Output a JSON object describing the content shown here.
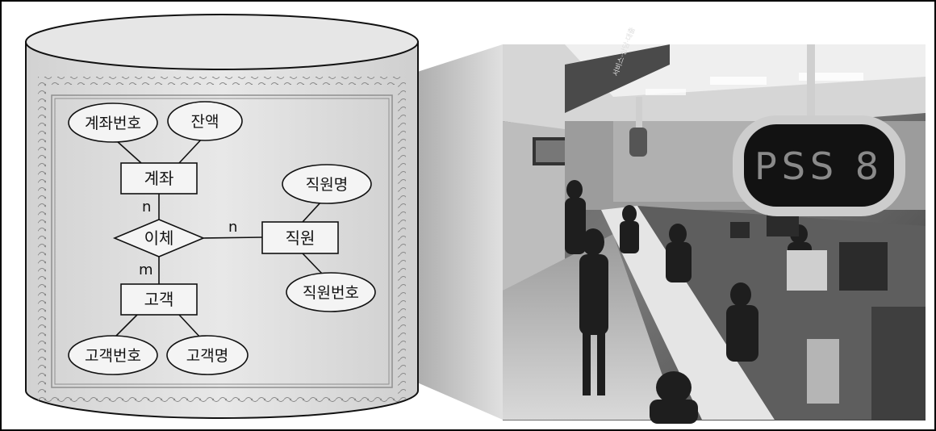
{
  "diagram": {
    "entities": {
      "account": "계좌",
      "customer": "고객",
      "employee": "직원"
    },
    "relationship": "이체",
    "attributes": {
      "account_number": "계좌번호",
      "balance": "잔액",
      "customer_number": "고객번호",
      "customer_name": "고객명",
      "employee_name": "직원명",
      "employee_number": "직원번호"
    },
    "cardinalities": {
      "account_side": "n",
      "employee_side": "n",
      "customer_side": "m"
    }
  },
  "photo": {
    "sign_banner_text": "서비스·상담·대출",
    "number_display_text": "PSS 8"
  },
  "colors": {
    "cylinder_fill": "#dedede",
    "cylinder_top": "#e6e6e6",
    "photo_dark": "#2a2a2a",
    "display_bg": "#121212",
    "display_digits": "#8a8a8a"
  }
}
